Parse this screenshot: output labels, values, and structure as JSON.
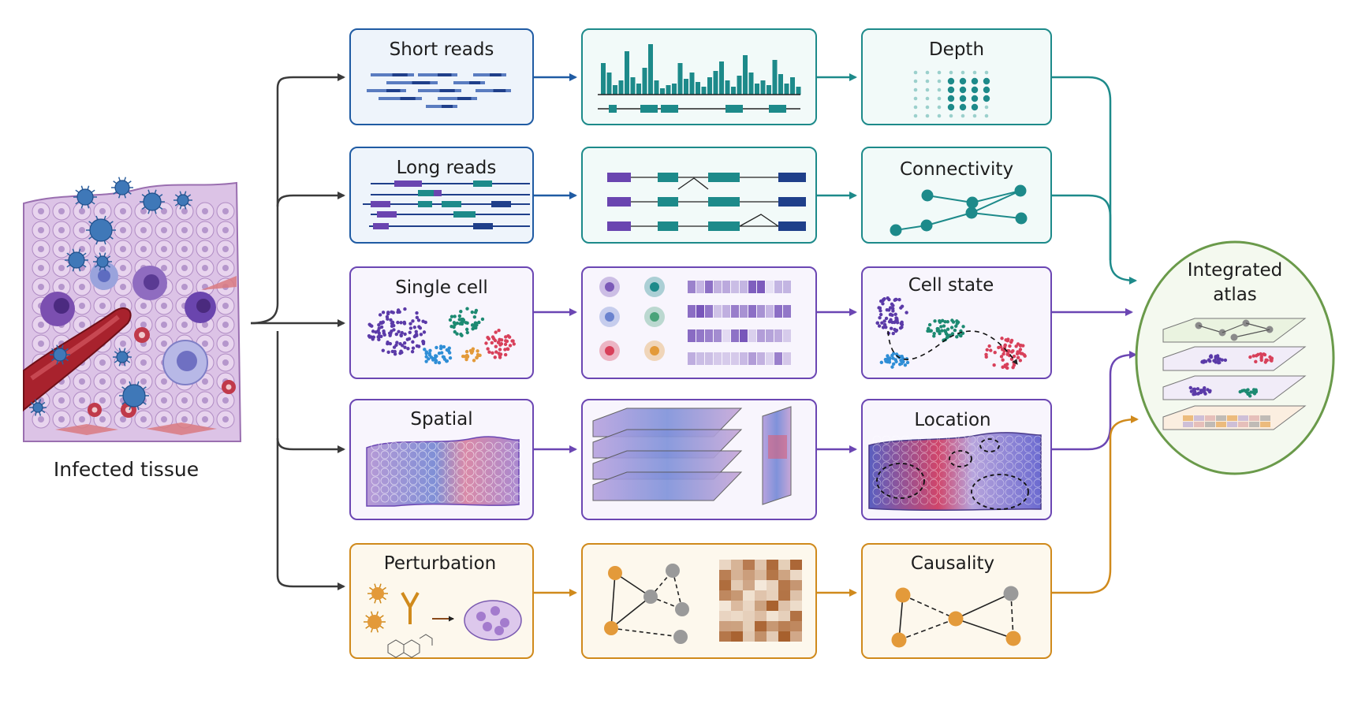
{
  "source": {
    "label": "Infected tissue"
  },
  "modalities": [
    {
      "id": "short-reads",
      "label": "Short reads",
      "output": "Depth",
      "color": "#1f5ba3",
      "out_color": "#1d8a8a"
    },
    {
      "id": "long-reads",
      "label": "Long reads",
      "output": "Connectivity",
      "color": "#1f5ba3",
      "out_color": "#1d8a8a"
    },
    {
      "id": "single-cell",
      "label": "Single cell",
      "output": "Cell state",
      "color": "#6b46b3",
      "out_color": "#6b46b3"
    },
    {
      "id": "spatial",
      "label": "Spatial",
      "output": "Location",
      "color": "#6b46b3",
      "out_color": "#6b46b3"
    },
    {
      "id": "perturbation",
      "label": "Perturbation",
      "output": "Causality",
      "color": "#d08a1c",
      "out_color": "#d08a1c"
    }
  ],
  "target": {
    "label_line1": "Integrated",
    "label_line2": "atlas",
    "color": "#6a9a4a"
  },
  "colors": {
    "blue": "#1f5ba3",
    "teal": "#1d8a8a",
    "purple": "#6b46b3",
    "orange": "#d08a1c",
    "green": "#6a9a4a",
    "dark_arrow": "#3a3a3a",
    "tissue": "#d9bde0",
    "vessel": "#a8222d"
  }
}
